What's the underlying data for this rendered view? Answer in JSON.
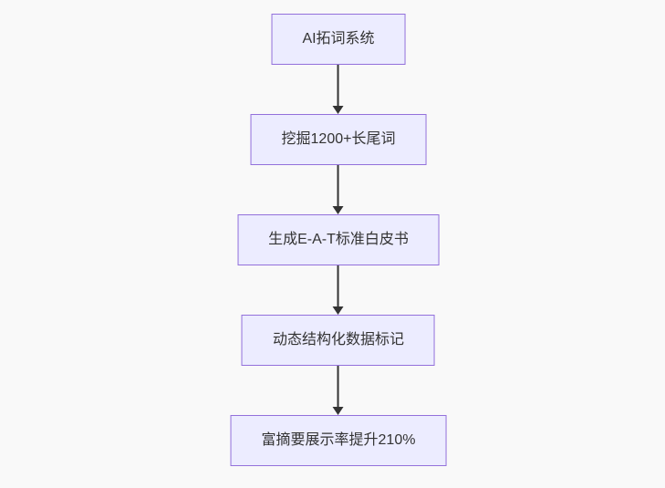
{
  "flowchart": {
    "direction": "top-down",
    "nodes": [
      {
        "label": "AI拓词系统"
      },
      {
        "label": "挖掘1200+长尾词"
      },
      {
        "label": "生成E-A-T标准白皮书"
      },
      {
        "label": "动态结构化数据标记"
      },
      {
        "label": "富摘要展示率提升210%"
      }
    ],
    "connector": "arrow-down",
    "colors": {
      "background": "#f9f9f9",
      "node_fill": "#ECECFF",
      "node_border": "#9370DB",
      "text": "#333333",
      "arrow": "#333333"
    }
  }
}
